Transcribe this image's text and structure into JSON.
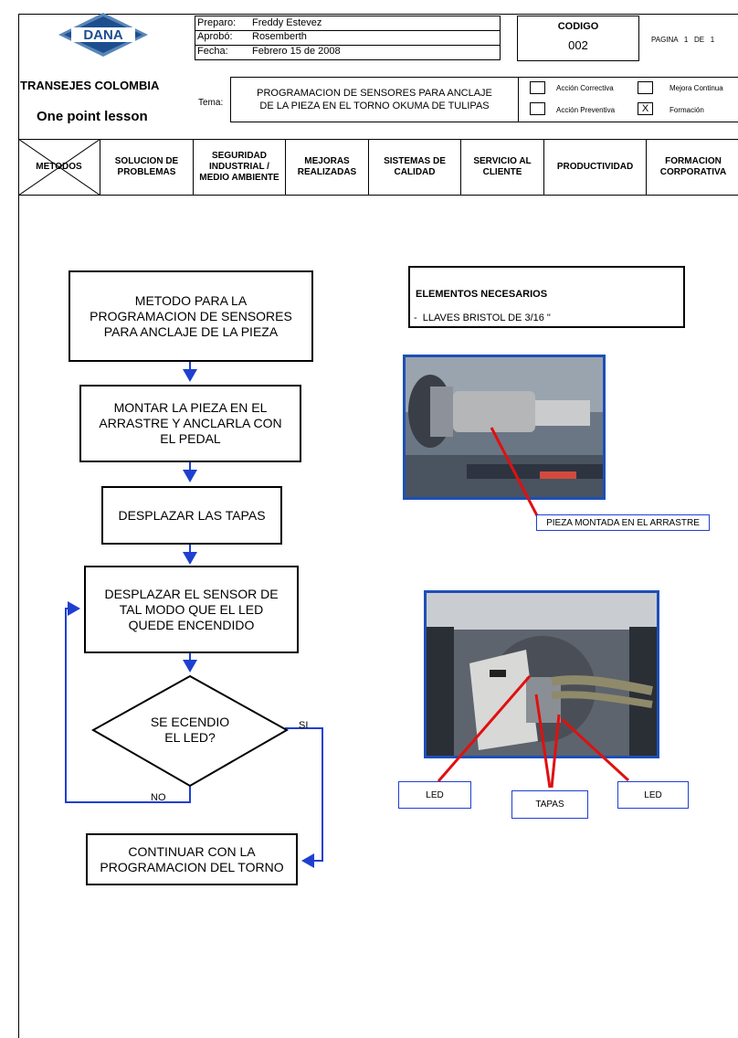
{
  "header": {
    "logo_text": "DANA",
    "company": "TRANSEJES COLOMBIA",
    "lesson_type": "One point lesson",
    "prepared_label": "Preparo:",
    "prepared_value": "Freddy Estevez",
    "approved_label": "Aprobó:",
    "approved_value": "Rosemberth",
    "date_label": "Fecha:",
    "date_value": "Febrero 15 de 2008",
    "code_label": "CODIGO",
    "code_value": "002",
    "page_text": "PAGINA   1   DE   1",
    "tema_label": "Tema:",
    "tema_line1": "PROGRAMACION DE SENSORES PARA ANCLAJE",
    "tema_line2": "DE LA PIEZA EN EL TORNO OKUMA DE TULIPAS",
    "options": [
      {
        "label": "Acción Correctiva",
        "mark": ""
      },
      {
        "label": "Mejora Continua",
        "mark": ""
      },
      {
        "label": "Acción Preventiva",
        "mark": ""
      },
      {
        "label": "Formación",
        "mark": "X"
      }
    ]
  },
  "categories": [
    "METODOS",
    "SOLUCION DE\nPROBLEMAS",
    "SEGURIDAD\nINDUSTRIAL /\nMEDIO AMBIENTE",
    "MEJORAS\nREALIZADAS",
    "SISTEMAS DE\nCALIDAD",
    "SERVICIO AL\nCLIENTE",
    "PRODUCTIVIDAD",
    "FORMACION\nCORPORATIVA"
  ],
  "flow": {
    "step1": "METODO PARA LA\nPROGRAMACION DE SENSORES\nPARA ANCLAJE DE LA PIEZA",
    "step2": "MONTAR LA PIEZA EN EL\nARRASTRE Y ANCLARLA CON\nEL PEDAL",
    "step3": "DESPLAZAR LAS TAPAS",
    "step4": "DESPLAZAR EL SENSOR  DE\nTAL MODO QUE EL LED\nQUEDE ENCENDIDO",
    "decision": "SE ECENDIO\nEL LED?",
    "yes": "SI",
    "no": "NO",
    "step5": "CONTINUAR CON LA\nPROGRAMACION DEL TORNO"
  },
  "elements": {
    "title": "ELEMENTOS NECESARIOS",
    "item": "-  LLAVES BRISTOL DE 3/16 \""
  },
  "photo_labels": {
    "piece": "PIEZA MONTADA EN EL ARRASTRE",
    "led_left": "LED",
    "tapas": "TAPAS",
    "led_right": "LED"
  }
}
